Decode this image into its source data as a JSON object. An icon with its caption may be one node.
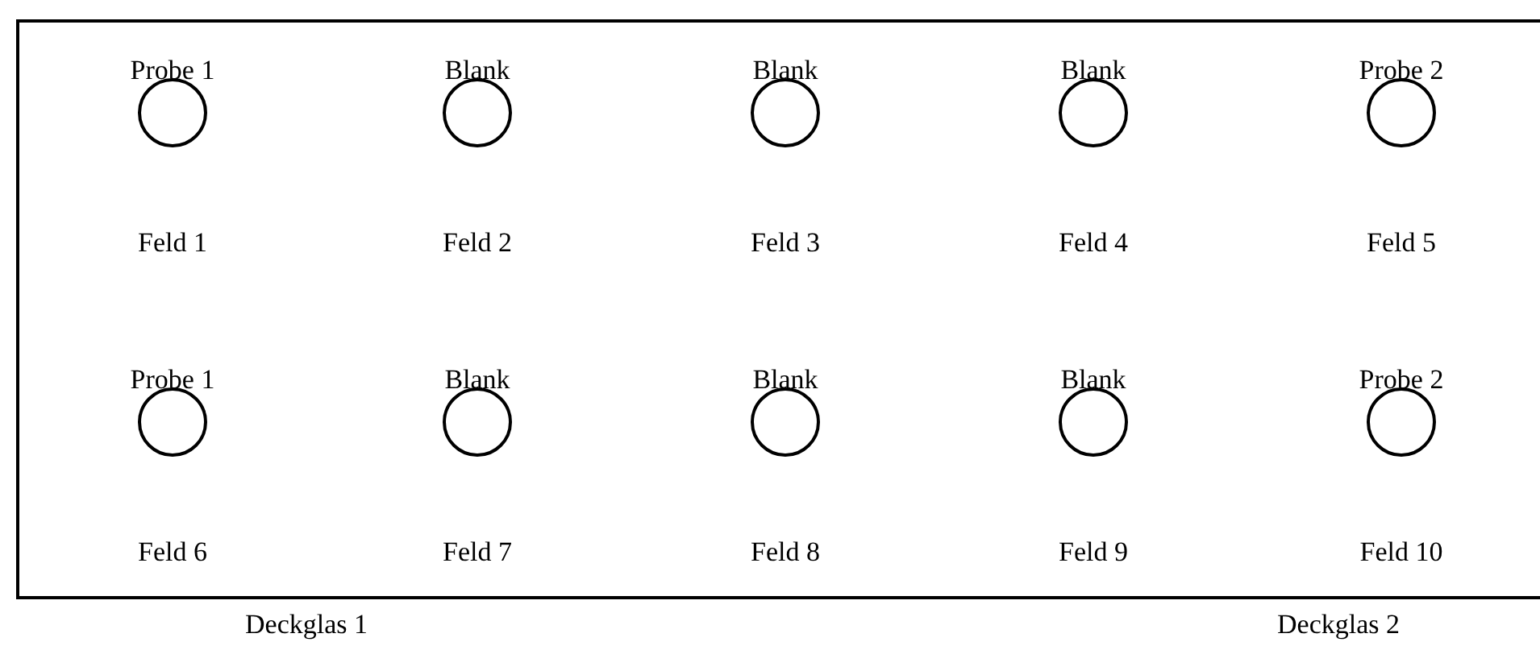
{
  "diagram": {
    "nodes": [
      {
        "text": [],
        "shape": "box"
      },
      {
        "text": [],
        "shape": "circle",
        "in": 0,
        "beside": [
          "Probe 1",
          "Feld 1"
        ]
      },
      {
        "text": [],
        "shape": "circle",
        "in": 0,
        "beside": [
          "Blank",
          "Feld 2"
        ]
      },
      {
        "text": [],
        "shape": "circle",
        "in": 0,
        "beside": [
          "Blank",
          "Feld 3"
        ]
      },
      {
        "text": [],
        "shape": "circle",
        "in": 0,
        "beside": [
          "Blank",
          "Feld 4"
        ]
      },
      {
        "text": [],
        "shape": "circle",
        "in": 0,
        "beside": [
          "Probe 2",
          "Feld 5"
        ]
      },
      {
        "text": [],
        "shape": "circle",
        "in": 0,
        "beside": [
          "Probe 1",
          "Feld 6"
        ]
      },
      {
        "text": [],
        "shape": "circle",
        "in": 0,
        "beside": [
          "Blank",
          "Feld 7"
        ]
      },
      {
        "text": [],
        "shape": "circle",
        "in": 0,
        "beside": [
          "Blank",
          "Feld 8"
        ]
      },
      {
        "text": [],
        "shape": "circle",
        "in": 0,
        "beside": [
          "Blank",
          "Feld 9"
        ]
      },
      {
        "text": [],
        "shape": "circle",
        "in": 0,
        "beside": [
          "Probe 2",
          "Feld 10"
        ]
      }
    ],
    "labels": [
      "Deckglas 1",
      "Deckglas 2"
    ]
  }
}
